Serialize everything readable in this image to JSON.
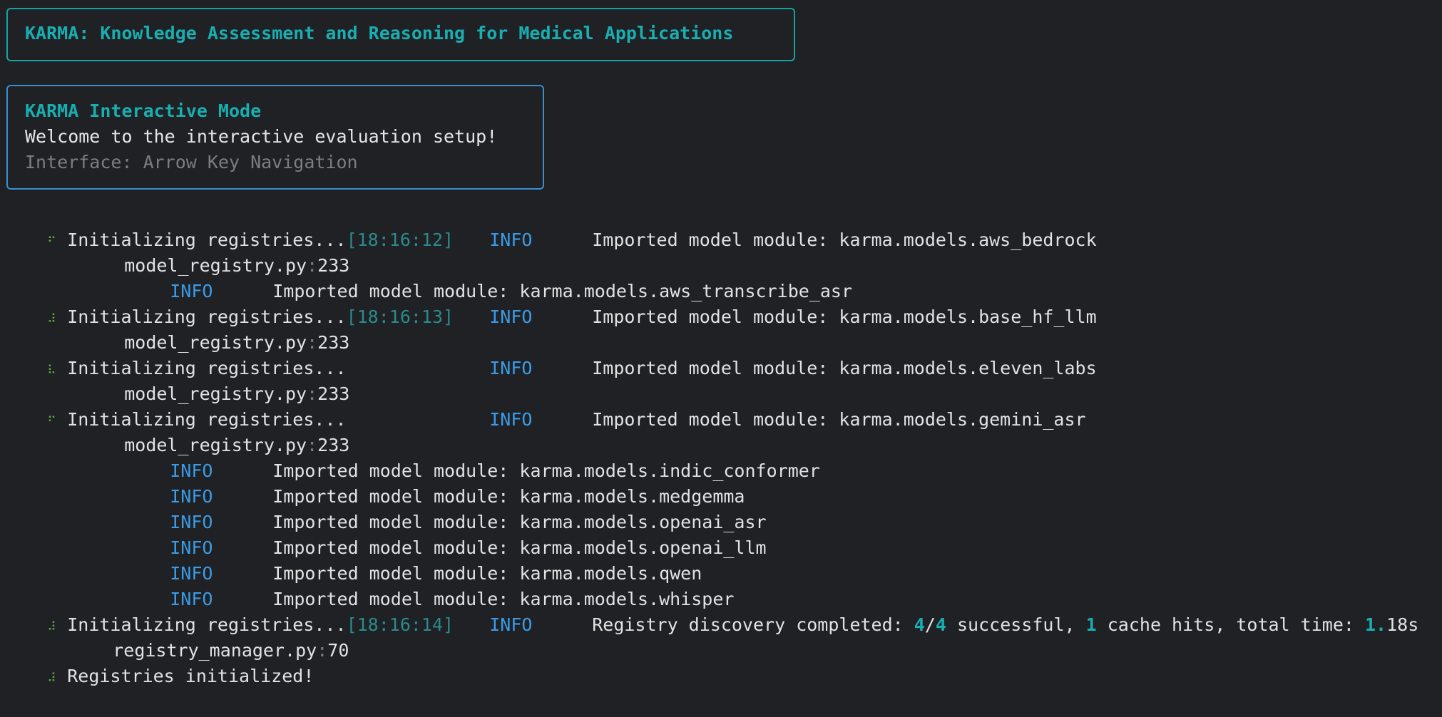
{
  "header": {
    "title": "KARMA: Knowledge Assessment and Reasoning for Medical Applications"
  },
  "welcome": {
    "mode_title": "KARMA Interactive Mode",
    "welcome_text": "Welcome to the interactive evaluation setup!",
    "interface_text": "Interface: Arrow Key Navigation"
  },
  "spinners": {
    "s1": "⠋",
    "s2": "⠼",
    "s3": "⠧",
    "s4": "⠋",
    "s5": "⠼",
    "s6": "⠼"
  },
  "log": {
    "init_label": "Initializing registries...",
    "level": "INFO",
    "prefix": "Imported model module: ",
    "registry_file": "model_registry.py",
    "registry_line": "233",
    "colon": ":",
    "ts1": "[18:16:12]",
    "ts2": "[18:16:13]",
    "ts3": "[18:16:14]",
    "modules": {
      "aws_bedrock": "karma.models.aws_bedrock",
      "aws_transcribe_asr": "karma.models.aws_transcribe_asr",
      "base_hf_llm": "karma.models.base_hf_llm",
      "eleven_labs": "karma.models.eleven_labs",
      "gemini_asr": "karma.models.gemini_asr",
      "indic_conformer": "karma.models.indic_conformer",
      "medgemma": "karma.models.medgemma",
      "openai_asr": "karma.models.openai_asr",
      "openai_llm": "karma.models.openai_llm",
      "qwen": "karma.models.qwen",
      "whisper": "karma.models.whisper"
    },
    "discovery": {
      "text1": "Registry discovery completed: ",
      "n1": "4",
      "slash": "/",
      "n2": "4",
      "text2": " successful, ",
      "n3": "1",
      "text3": " cache hits, total time: ",
      "n4": "1.",
      "text4": "18s"
    },
    "manager_file": "registry_manager.py",
    "manager_line": "70",
    "done": "Registries initialized!"
  }
}
